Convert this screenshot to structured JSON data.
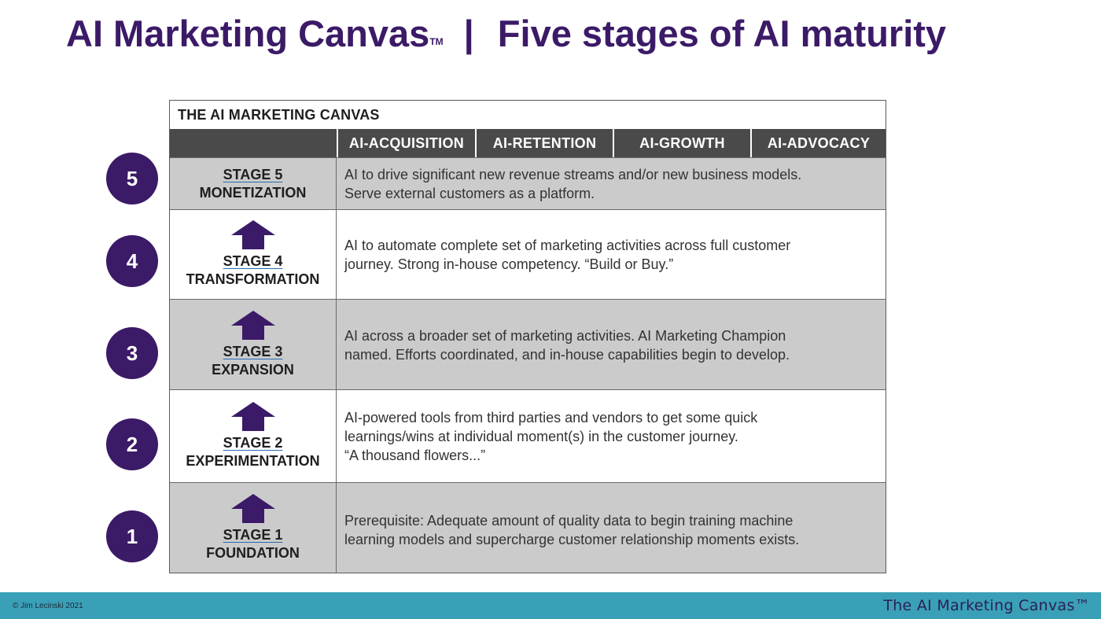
{
  "title": {
    "left": "AI Marketing Canvas",
    "tm": "TM",
    "separator": "|",
    "right": "Five stages of AI maturity"
  },
  "canvas": {
    "heading": "THE AI MARKETING CANVAS",
    "columns": [
      "AI-ACQUISITION",
      "AI-RETENTION",
      "AI-GROWTH",
      "AI-ADVOCACY"
    ],
    "stages": [
      {
        "badge": "5",
        "stage": "STAGE 5",
        "name": "MONETIZATION",
        "description": [
          "AI to drive significant new revenue streams and/or new business models.",
          "Serve external customers as a platform."
        ]
      },
      {
        "badge": "4",
        "stage": "STAGE 4",
        "name": "TRANSFORMATION",
        "description": [
          "AI to automate complete set of marketing activities across full customer",
          "journey. Strong in-house competency. “Build or Buy.”"
        ]
      },
      {
        "badge": "3",
        "stage": "STAGE 3",
        "name": "EXPANSION",
        "description": [
          "AI across a broader set of marketing activities. AI Marketing Champion",
          "named. Efforts coordinated, and in-house capabilities begin to develop."
        ]
      },
      {
        "badge": "2",
        "stage": "STAGE 2",
        "name": "EXPERIMENTATION",
        "description": [
          "AI-powered tools from third parties and vendors to get some quick",
          "learnings/wins at individual moment(s) in the customer journey.",
          "“A thousand flowers...”"
        ]
      },
      {
        "badge": "1",
        "stage": "STAGE 1",
        "name": "FOUNDATION",
        "description": [
          "Prerequisite: Adequate amount of quality data to begin training machine",
          "learning models and supercharge customer relationship moments exists."
        ]
      }
    ]
  },
  "footer": {
    "copyright": "© Jim Lecinski 2021",
    "brand": "The AI Marketing Canvas™"
  },
  "colors": {
    "purple": "#3b1a67",
    "header_bar": "#4a4a4a",
    "grey_row": "#cbcbcb",
    "footer_teal": "#3aa0b8"
  },
  "icons": {
    "stage_arrow": "up-arrow-icon"
  }
}
